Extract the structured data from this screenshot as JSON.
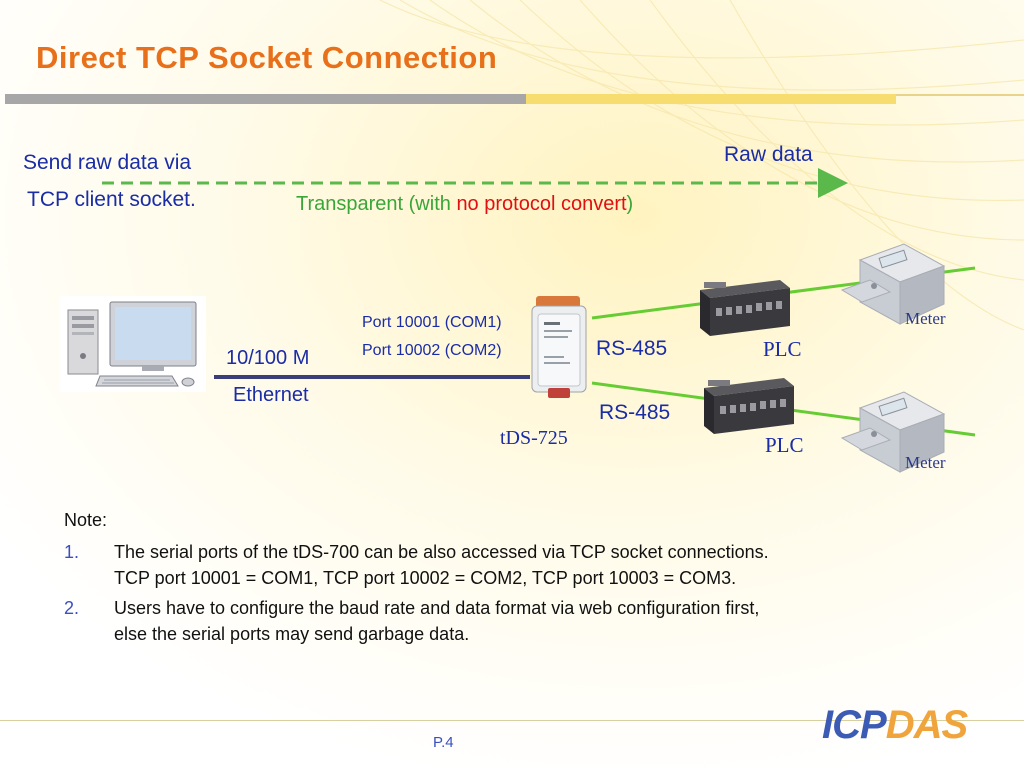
{
  "slide": {
    "title": "Direct TCP Socket Connection",
    "page_number": "P.4",
    "logo_text": {
      "part1": "ICP",
      "part2": "DAS"
    }
  },
  "diagram": {
    "client_label_line1": "Send raw data via",
    "client_label_line2": "TCP client socket.",
    "raw_data_label": "Raw data",
    "transparent_prefix": "Transparent (with ",
    "transparent_highlight": "no protocol convert",
    "transparent_suffix": ")",
    "ethernet_speed": "10/100 M",
    "ethernet_label": "Ethernet",
    "port1": "Port 10001 (COM1)",
    "port2": "Port 10002 (COM2)",
    "device_name": "tDS-725",
    "rs485_top": "RS-485",
    "rs485_bottom": "RS-485",
    "plc_top": "PLC",
    "plc_bottom": "PLC",
    "meter_top": "Meter",
    "meter_bottom": "Meter"
  },
  "notes": {
    "title": "Note:",
    "items": [
      {
        "num": "1.",
        "line1": "The serial ports of the tDS-700 can be also accessed via TCP socket connections.",
        "line2": "TCP port 10001 = COM1, TCP port 10002 = COM2, TCP port 10003 = COM3."
      },
      {
        "num": "2.",
        "line1": "Users have to configure the baud rate and data format via web configuration first,",
        "line2": "else the serial ports may send garbage data."
      }
    ]
  },
  "colors": {
    "title": "#e8701a",
    "flow_arrow": "#5bb84a",
    "ethernet_line": "#3a3f7a",
    "rs485_line": "#66cc33",
    "text_blue": "#1a2ca6",
    "highlight_red": "#e01010"
  },
  "icons": [
    "desktop-computer-icon",
    "tds-725-device-icon",
    "plc-icon",
    "meter-icon"
  ]
}
